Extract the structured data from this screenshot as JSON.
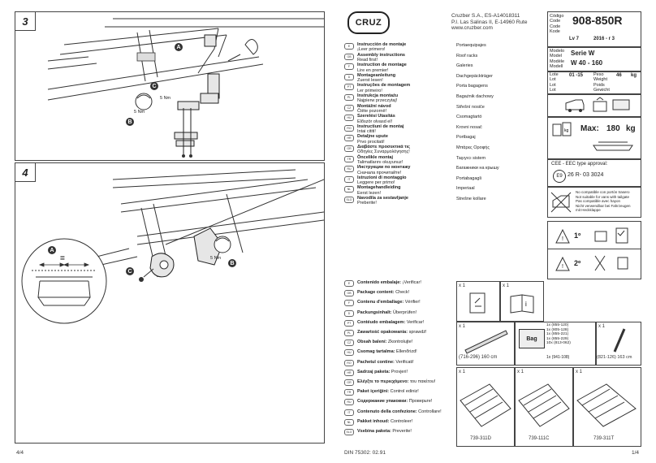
{
  "left_page": {
    "step3": {
      "num": "3"
    },
    "step4": {
      "num": "4"
    },
    "callouts": {
      "A": "A",
      "B": "B",
      "C": "C",
      "torque": "5 Nm"
    },
    "footer_left": "4/4"
  },
  "right_page": {
    "brand": "CRUZ",
    "company": {
      "line1": "Cruzber S.A., ES-A14018311",
      "line2": "P.I. Las Salinas II, E-14960 Rute",
      "line3": "www.cruzber.com"
    },
    "code_labels": "Código\nCode\nCode\nKode",
    "code": "908-850R",
    "lv": "Lv 7",
    "date": "2016 - r 3",
    "model_labels": "Modelo\nModel\nModèle\nModell",
    "model_value_line1": "Serie W",
    "model_value_line2": "W 40 - 160",
    "lot_labels": "Lote\nLot\nLot\nLot",
    "lot_value": "01 -15",
    "weight_labels": "Peso\nWeight\nPoids\nGewicht",
    "weight_value": "46",
    "weight_unit": "kg",
    "max_label": "Max:",
    "max_value": "180",
    "max_unit": "kg",
    "cee_text": "CEE - EEC type approval:",
    "cee_mark": "E9",
    "cee_code": "26 R- 03 3024",
    "tailgate_lines": [
      "No compatible con portón trasero",
      "Not suitable for vans with tailgate",
      "Pas compatible avec hayon",
      "Nicht verwendbar bei Fahrzeugen",
      "mit Heckklappe"
    ],
    "step_labels": {
      "s1": "1º",
      "s2": "2º"
    },
    "languages": [
      {
        "code": "E",
        "title": "Instrucción de montaje",
        "sub": "¡Leer primero!",
        "product": "Portaequipajes"
      },
      {
        "code": "GB",
        "title": "Assembly instructions",
        "sub": "Read first!",
        "product": "Roof racks"
      },
      {
        "code": "F",
        "title": "Instruction de montage",
        "sub": "Lire en premier!",
        "product": "Galeries"
      },
      {
        "code": "D",
        "title": "Montageanleitung",
        "sub": "Zuerst lesen!",
        "product": "Dachgepäckträger"
      },
      {
        "code": "PT",
        "title": "Instruções de montagem",
        "sub": "Ler primeiro!",
        "product": "Porta bagagens"
      },
      {
        "code": "PL",
        "title": "Instrukcja montażu",
        "sub": "Najpierw przeczytaj!",
        "product": "Bagażnik dachowy"
      },
      {
        "code": "CZ",
        "title": "Montážní návod",
        "sub": "Čtěte pozorně!",
        "product": "Střešní nosiče"
      },
      {
        "code": "HU",
        "title": "Szerelési Utasítás",
        "sub": "Először olvasd el!",
        "product": "Csomagtartó"
      },
      {
        "code": "RO",
        "title": "Instructiuni de montaj",
        "sub": "Intai cititi!",
        "product": "Krovni nosač"
      },
      {
        "code": "HR",
        "title": "Detaljne upute",
        "sub": "Prvo procitati!",
        "product": "Portbagaj"
      },
      {
        "code": "GR",
        "title": "Διαβάστε προσεκτικά τις",
        "sub": "Οδηγίες Συναρμολόγησης!",
        "product": "Μπάρες Οροφής"
      },
      {
        "code": "TR",
        "title": "Öncelikle montaj",
        "sub": "Talimatlarını okuyunuz!",
        "product": "Taşıyıcı sistem"
      },
      {
        "code": "RU",
        "title": "Инструкции по монтажу",
        "sub": "Сначала прочитайте!",
        "product": "Багажники на крышу"
      },
      {
        "code": "IT",
        "title": "Istruzioni di montaggio",
        "sub": "Leggere per primo!",
        "product": "Portabagagli"
      },
      {
        "code": "NL",
        "title": "Montagehandleiding",
        "sub": "Eerst lezen!",
        "product": "Imperiaal"
      },
      {
        "code": "SLO",
        "title": "Navodila za sestavljanje",
        "sub": "Preberite!",
        "product": "Strešne kollare"
      }
    ],
    "contents": [
      {
        "code": "E",
        "title": "Contenido embalaje:",
        "sub": "¡Verificar!"
      },
      {
        "code": "GB",
        "title": "Package content:",
        "sub": "Check!"
      },
      {
        "code": "F",
        "title": "Contenu d'emballage:",
        "sub": "Vérifier!"
      },
      {
        "code": "D",
        "title": "Packungsinhalt:",
        "sub": "Überprüfen!"
      },
      {
        "code": "PT",
        "title": "Contéudo embalagem:",
        "sub": "Verificar!"
      },
      {
        "code": "PL",
        "title": "Zawartość opakowania:",
        "sub": "sprawdź!"
      },
      {
        "code": "CZ",
        "title": "Obsah balení:",
        "sub": "Zkontrolujte!"
      },
      {
        "code": "HU",
        "title": "Csomag tartalma:",
        "sub": "Ellenőrizd!"
      },
      {
        "code": "RO",
        "title": "Pachetul contine:",
        "sub": "Verificati!"
      },
      {
        "code": "HR",
        "title": "Sadrzaj paketa:",
        "sub": "Provjeri!"
      },
      {
        "code": "GR",
        "title": "Ελέγξτε το περιεχόμενο:",
        "sub": "του πακέτου!"
      },
      {
        "code": "TR",
        "title": "Paket içeriğini:",
        "sub": "Control ediniz!"
      },
      {
        "code": "RU",
        "title": "Содержание упаковки:",
        "sub": "Проверьте!"
      },
      {
        "code": "IT",
        "title": "Contenuto della confezione:",
        "sub": "Controllare!"
      },
      {
        "code": "NL",
        "title": "Pakket inhoud:",
        "sub": "Controleer!"
      },
      {
        "code": "SLO",
        "title": "Vsebina paketa:",
        "sub": "Preverite!"
      }
    ],
    "parts": {
      "qty1": "x 1",
      "rail_dims": "(716-296) 160 cm",
      "bag_label": "Bag",
      "bag_items": [
        "1x (855-120)",
        "1x (805-128)",
        "1x (855-221)",
        "1x (855-229)",
        "10x (813-062)"
      ],
      "key_item": "1x (941-108)",
      "tube_dims": "(821-126) 163 cm",
      "frame1": "739-311D",
      "frame2": "739-111C",
      "frame3": "739-311T"
    },
    "footer_din": "DIN 75302: 02.91",
    "footer_right": "1/4"
  }
}
